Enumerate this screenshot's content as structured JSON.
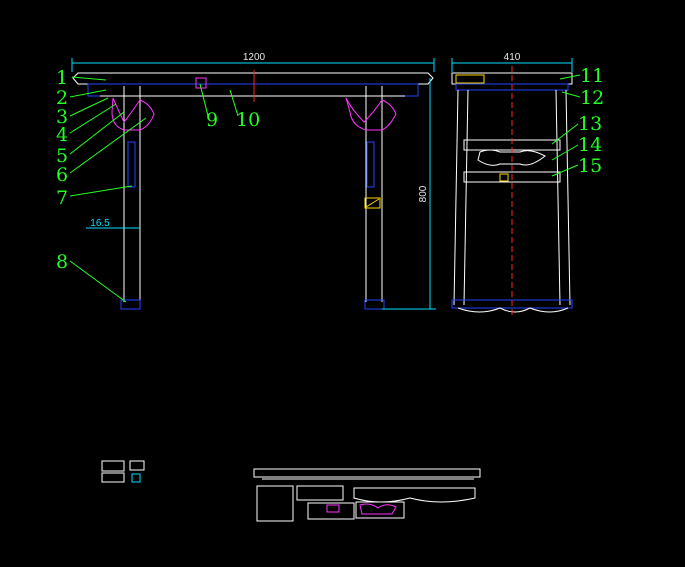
{
  "drawing": {
    "dimensions": {
      "front_width": "1200",
      "side_width": "410",
      "height": "800",
      "leg_offset": "16.5"
    },
    "callouts": [
      "1",
      "2",
      "3",
      "4",
      "5",
      "6",
      "7",
      "8",
      "9",
      "10",
      "11",
      "12",
      "13",
      "14",
      "15"
    ]
  },
  "colors": {
    "background": "#000000",
    "outline": "#ffffff",
    "dimension": "#00e0ff",
    "callout": "#22ff22",
    "hidden": "#2244ff",
    "ornament": "#ff33ff",
    "centerline": "#ff2222",
    "hatch": "#ffd700"
  }
}
